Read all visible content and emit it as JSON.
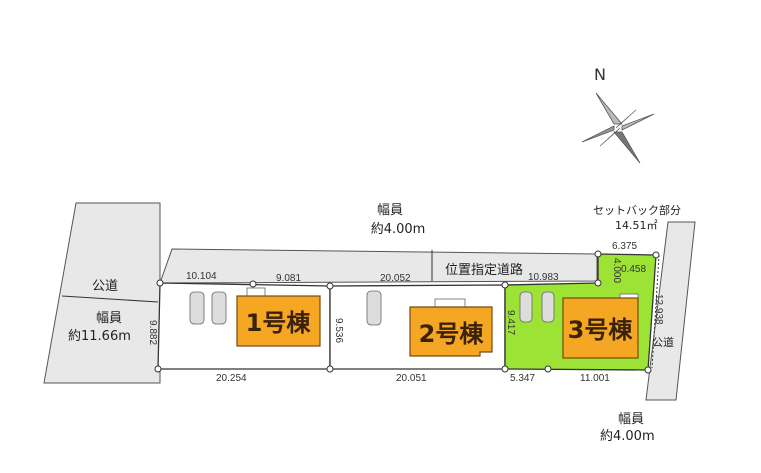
{
  "compass": {
    "north_label": "N",
    "icon": "compass-rose-icon"
  },
  "roads": {
    "main_road_top": {
      "label": "幅員",
      "width": "約4.00m"
    },
    "designated_road": {
      "label": "位置指定道路"
    },
    "public_road_left": {
      "label": "公道",
      "width_label": "幅員",
      "width": "約11.66m"
    },
    "public_road_right": {
      "label": "公道",
      "width_label": "幅員",
      "width": "約4.00m"
    }
  },
  "setback": {
    "label": "セットバック部分",
    "area": "14.51㎡"
  },
  "lots": [
    {
      "name": "1号棟",
      "color": "#ffffff",
      "house_color": "#f5a623"
    },
    {
      "name": "2号棟",
      "color": "#ffffff",
      "house_color": "#f5a623"
    },
    {
      "name": "3号棟",
      "color": "#9de335",
      "house_color": "#f5a623"
    }
  ],
  "dimensions": {
    "top_lot1_left": "10.104",
    "top_lot1_right": "9.081",
    "top_lot2": "20.052",
    "top_lot3": "10.983",
    "road_top_right": "6.375",
    "corner": "0.458",
    "side_lot3_road": "4.000",
    "left_side": "9.882",
    "divider_1_2": "9.536",
    "divider_2_3": "9.417",
    "right_side": "12.938",
    "bottom_lot1": "20.254",
    "bottom_lot2": "20.051",
    "bottom_lot3_left": "5.347",
    "bottom_lot3_right": "11.001"
  },
  "colors": {
    "road_fill": "#e8e8e8",
    "road_stroke": "#555555",
    "lot3_fill": "#9de335",
    "house_fill": "#f5a623",
    "house_stroke": "#7a4a10",
    "car_fill": "#dddddd"
  }
}
